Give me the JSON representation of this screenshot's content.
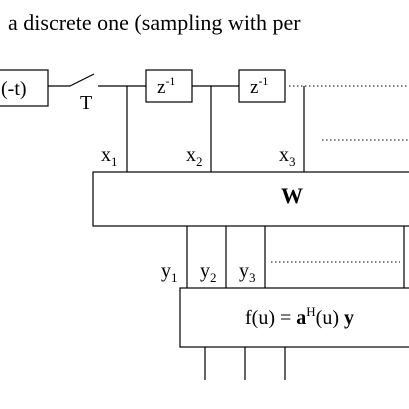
{
  "caption": "a discrete one (sampling with per",
  "filter_block": {
    "label": "(-t)"
  },
  "switch": {
    "label": "T"
  },
  "delays": [
    {
      "symbol": "z",
      "exponent": "-1"
    },
    {
      "symbol": "z",
      "exponent": "-1"
    }
  ],
  "taps": [
    {
      "base": "x",
      "sub": "1"
    },
    {
      "base": "x",
      "sub": "2"
    },
    {
      "base": "x",
      "sub": "3"
    }
  ],
  "weight_block": {
    "label": "W"
  },
  "outputs": [
    {
      "base": "y",
      "sub": "1"
    },
    {
      "base": "y",
      "sub": "2"
    },
    {
      "base": "y",
      "sub": "3"
    }
  ],
  "function_block": {
    "lhs": "f(u) = ",
    "a": "a",
    "sup": "H",
    "arg": "(u) ",
    "y": "y"
  }
}
